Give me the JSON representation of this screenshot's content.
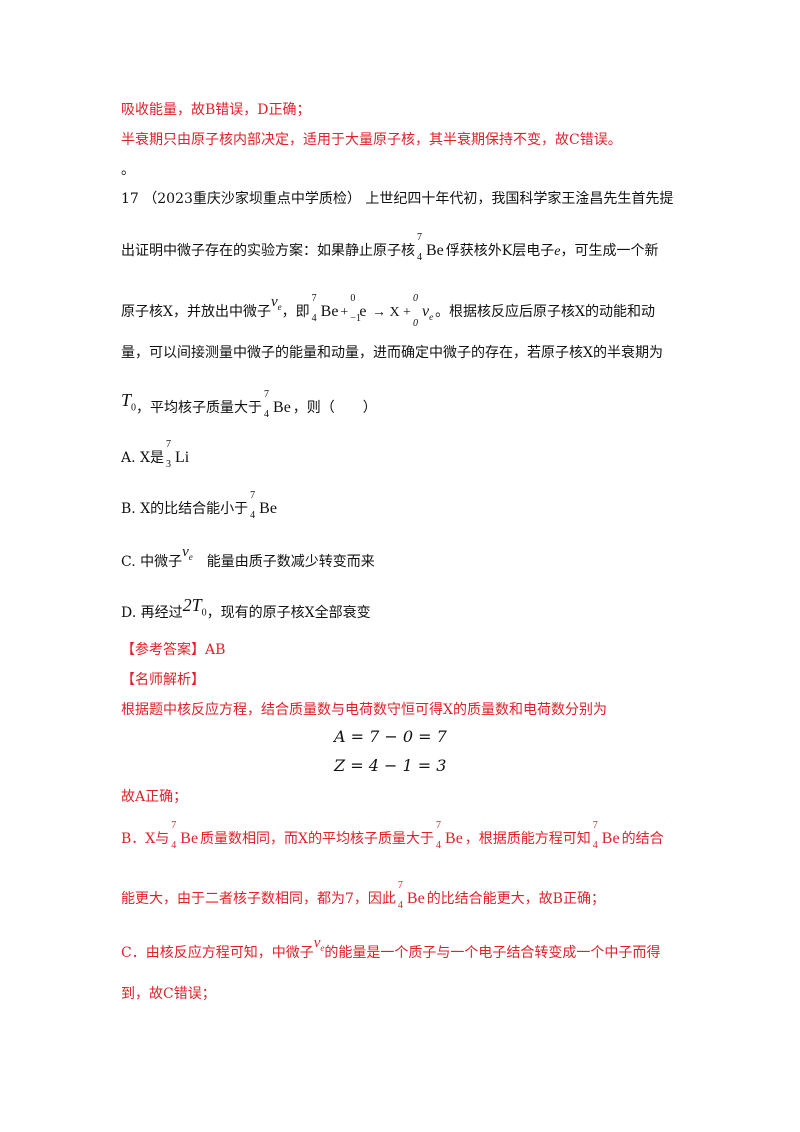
{
  "lines": {
    "l1": "吸收能量，故B错误，D正确；",
    "l2": "半衰期只由原子核内部决定，适用于大量原子核，其半衰期保持不变，故C错误。",
    "l3": "。",
    "q_head": "17 （2023重庆沙家坝重点中学质检） 上世纪四十年代初，我国科学家王淦昌先生首先提",
    "q_l2a": "出证明中微子存在的实验方案：如果静止原子核",
    "q_l2b": "俘获核外K层电子",
    "q_l2e": "e",
    "q_l2c": "，可生成一个新",
    "q_l3a": "原子核X，并放出中微子",
    "q_l3b": "，即",
    "q_l3c": "。根据核反应后原子核X的动能和动",
    "q_l4": "量，可以间接测量中微子的能量和动量，进而确定中微子的存在，若原子核X的半衰期为",
    "q_l5a": "，平均核子质量大于",
    "q_l5b": "，则（　　）",
    "opt_a": "A. X是",
    "opt_b": "B. X的比结合能小于",
    "opt_c1": "C. 中微子",
    "opt_c2": "　能量由质子数减少转变而来",
    "opt_d1": "D. 再经过",
    "opt_d2": "，现有的原子核X全部衰变",
    "answer": "【参考答案】AB",
    "analysis": "【名师解析】",
    "exp1": "根据题中核反应方程，结合质量数与电荷数守恒可得X的质量数和电荷数分别为",
    "eq1": "A = 7 − 0 = 7",
    "eq2": "Z = 4 − 1 = 3",
    "exp2": "故A正确；",
    "exp3a": "B．X与",
    "exp3b": "质量数相同，而X的平均核子质量大于",
    "exp3c": "，根据质能方程可知",
    "exp3d": "的结合",
    "exp4a": "能更大，由于二者核子数相同，都为7，因此",
    "exp4b": "的比结合能更大，故B正确；",
    "exp5a": "C．由核反应方程可知，中微子",
    "exp5b": "的能量是一个质子与一个电子结合转变成一个中子而得",
    "exp6": "到，故C错误；"
  },
  "symbols": {
    "be": "Be",
    "be_mass": "7",
    "be_charge": "4",
    "li": "Li",
    "li_mass": "7",
    "li_charge": "3",
    "e": "e",
    "e_mass": "0",
    "e_charge": "−1",
    "nu_mass": "0",
    "nu_charge": "0",
    "nu": "ν",
    "nu_sub": "e",
    "plus": "+",
    "arrow": "→",
    "x_plus": "X +",
    "t0": "T",
    "t0_sub": "0",
    "two_t0": "2T",
    "two_t0_sub": "0"
  },
  "colors": {
    "red": "#e0202a",
    "black": "#111111"
  }
}
